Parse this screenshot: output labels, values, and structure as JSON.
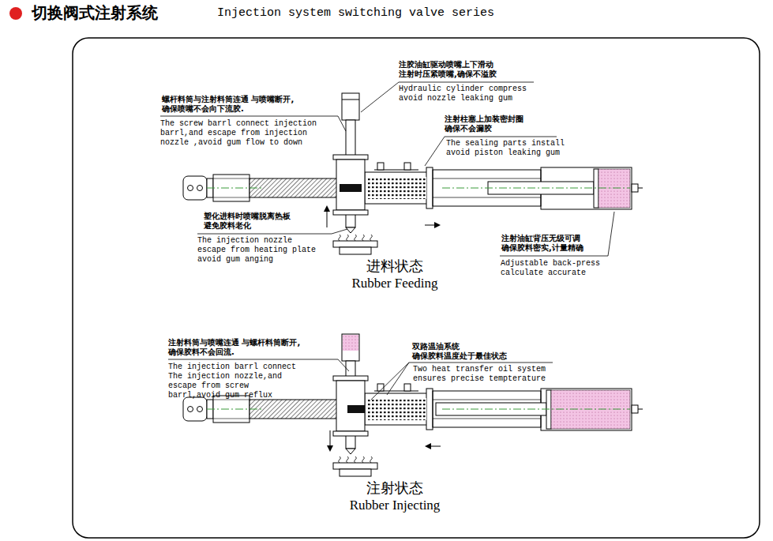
{
  "diagram": {
    "title": "切换阀式注射系统",
    "labels": [
      "Injection system switching valve series",
      "螺杆料筒与注射料筒连通 与喷嘴断开,确保喷嘴不会向下流胶.",
      "The screw barrl connect injection barrl,and escape from injection nozzle ,avoid gum flow to down",
      "注胶油缸驱动喷嘴上下滑动 注射时压紧喷嘴,确保不溢胶",
      "Hydraulic cylinder compress avoid nozzle leaking gum",
      "注射柱塞上加装密封圈 确保不会漏胶",
      "The sealing parts install avoid piston leaking gum",
      "塑化进料时喷嘴脱离热板 避免胶料老化",
      "The injection nozzle escape from heating plate avoid gum anging",
      "进料状态",
      "Rubber Feeding",
      "注射油缸背压无级可调 确保胶料密实,计量精确",
      "Adjustable back-press calculate accurate",
      "注射料筒与喷嘴连通 与螺杆料筒断开,确保胶料不会回流.",
      "The injection barrl connect The injection nozzle,and escape from screw barrl,avoid gum reflux",
      "双路温油系统 确保胶料温度处于最佳状态",
      "Two heat transfer oil system ensures precise tempterature",
      "注射状态",
      "Rubber Injecting"
    ]
  }
}
